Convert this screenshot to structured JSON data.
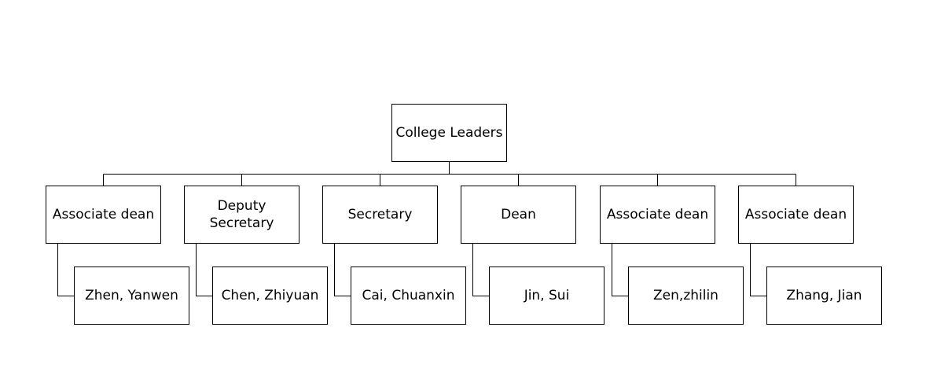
{
  "org_chart": {
    "root": {
      "label": "College Leaders"
    },
    "children": [
      {
        "role": "Associate dean",
        "person": "Zhen, Yanwen"
      },
      {
        "role": "Deputy Secretary",
        "person": "Chen, Zhiyuan"
      },
      {
        "role": "Secretary",
        "person": "Cai, Chuanxin"
      },
      {
        "role": "Dean",
        "person": "Jin, Sui"
      },
      {
        "role": "Associate dean",
        "person": "Zen,zhilin"
      },
      {
        "role": "Associate dean",
        "person": "Zhang, Jian"
      }
    ]
  }
}
